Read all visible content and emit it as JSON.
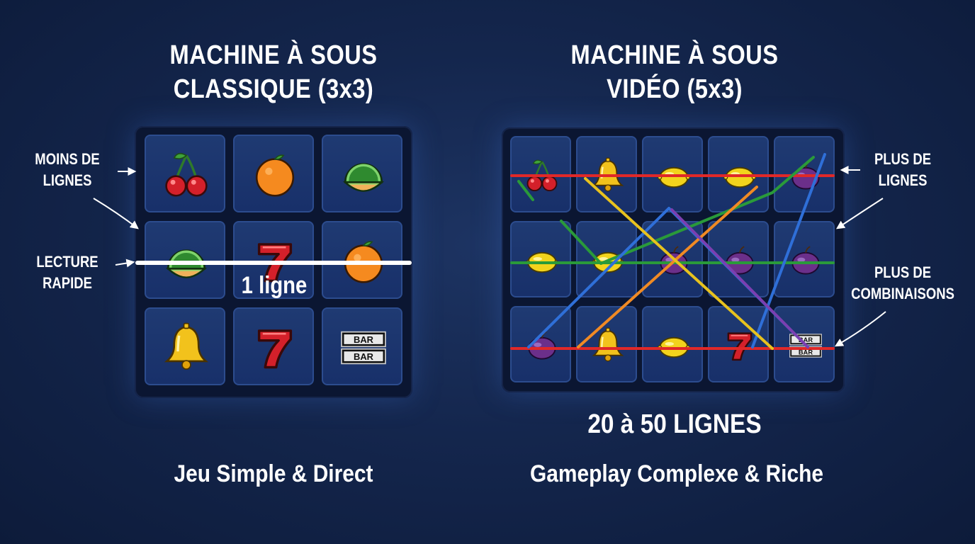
{
  "left": {
    "title_line1": "MACHINE À SOUS",
    "title_line2": "CLASSIQUE (3x3)",
    "labels": {
      "fewer_lines": [
        "MOINS DE",
        "LIGNES"
      ],
      "quick_read": [
        "LECTURE",
        "RAPIDE"
      ]
    },
    "single_line_label": "1 ligne",
    "caption": "Jeu Simple & Direct",
    "grid": [
      [
        "cherry",
        "orange",
        "melon"
      ],
      [
        "melon",
        "seven",
        "orange"
      ],
      [
        "bell",
        "seven",
        "bar"
      ]
    ],
    "payline_color": "#ffffff"
  },
  "right": {
    "title_line1": "MACHINE À SOUS",
    "title_line2": "VIDÉO (5x3)",
    "labels": {
      "more_lines": [
        "PLUS DE",
        "LIGNES"
      ],
      "more_combos": [
        "PLUS DE",
        "COMBINAISONS"
      ]
    },
    "lines_count": "20 à 50 LIGNES",
    "caption": "Gameplay Complexe & Riche",
    "grid": [
      [
        "cherry",
        "bell",
        "lemon",
        "lemon",
        "plum"
      ],
      [
        "lemon",
        "lemon",
        "plum",
        "plum",
        "plum"
      ],
      [
        "plum",
        "bell",
        "lemon",
        "seven",
        "bar"
      ]
    ],
    "payline_colors": [
      "#e02828",
      "#2a9a3a",
      "#7b3fb0",
      "#e8c21e",
      "#2f6fd8",
      "#f08a24"
    ]
  },
  "symbol_text": {
    "bar": "BAR"
  },
  "colors": {
    "background": "#14264d",
    "panel": "#0b1632",
    "cell": "#1f3a72"
  }
}
